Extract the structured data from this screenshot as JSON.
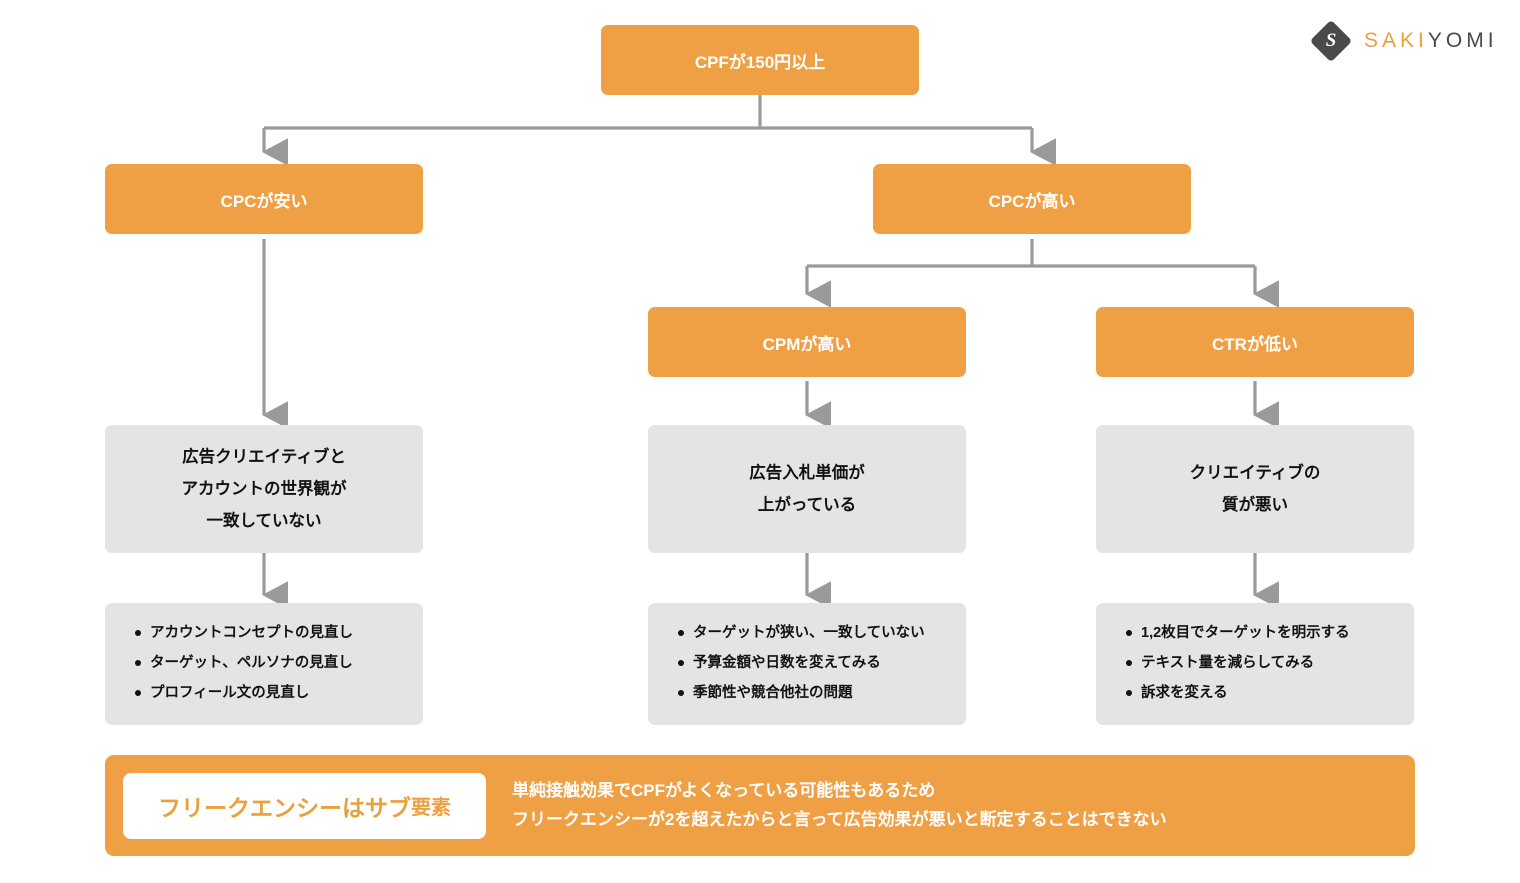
{
  "brand": {
    "mark_letter": "S",
    "name_part1": "SAKI",
    "name_part2": "YOMI",
    "color_orange": "#E9A13B",
    "color_dark": "#4A4A4A"
  },
  "theme": {
    "node_orange": "#EFA044",
    "node_gray": "#E4E4E4",
    "connector_gray": "#9A9A9A",
    "text_white": "#FFFFFF",
    "text_dark": "#111111"
  },
  "flow": {
    "root": {
      "label": "CPFが150円以上"
    },
    "level2": [
      {
        "label": "CPCが安い"
      },
      {
        "label": "CPCが高い"
      }
    ],
    "level3": [
      {
        "label": "CPMが高い"
      },
      {
        "label": "CTRが低い"
      }
    ],
    "causes": [
      {
        "label": "広告クリエイティブと\nアカウントの世界観が\n一致していない"
      },
      {
        "label": "広告入札単価が\n上がっている"
      },
      {
        "label": "クリエイティブの\n質が悪い"
      }
    ],
    "actions": [
      {
        "items": [
          "アカウントコンセプトの見直し",
          "ターゲット、ペルソナの見直し",
          "プロフィール文の見直し"
        ]
      },
      {
        "items": [
          "ターゲットが狭い、一致していない",
          "予算金額や日数を変えてみる",
          "季節性や競合他社の問題"
        ]
      },
      {
        "items": [
          "1,2枚目でターゲットを明示する",
          "テキスト量を減らしてみる",
          "訴求を変える"
        ]
      }
    ]
  },
  "banner": {
    "pill_highlight": "フリークエンシーはサブ",
    "pill_rest": "要素",
    "text": "単純接触効果でCPFがよくなっている可能性もあるため\nフリークエンシーが2を超えたからと言って広告効果が悪いと断定することはできない"
  }
}
